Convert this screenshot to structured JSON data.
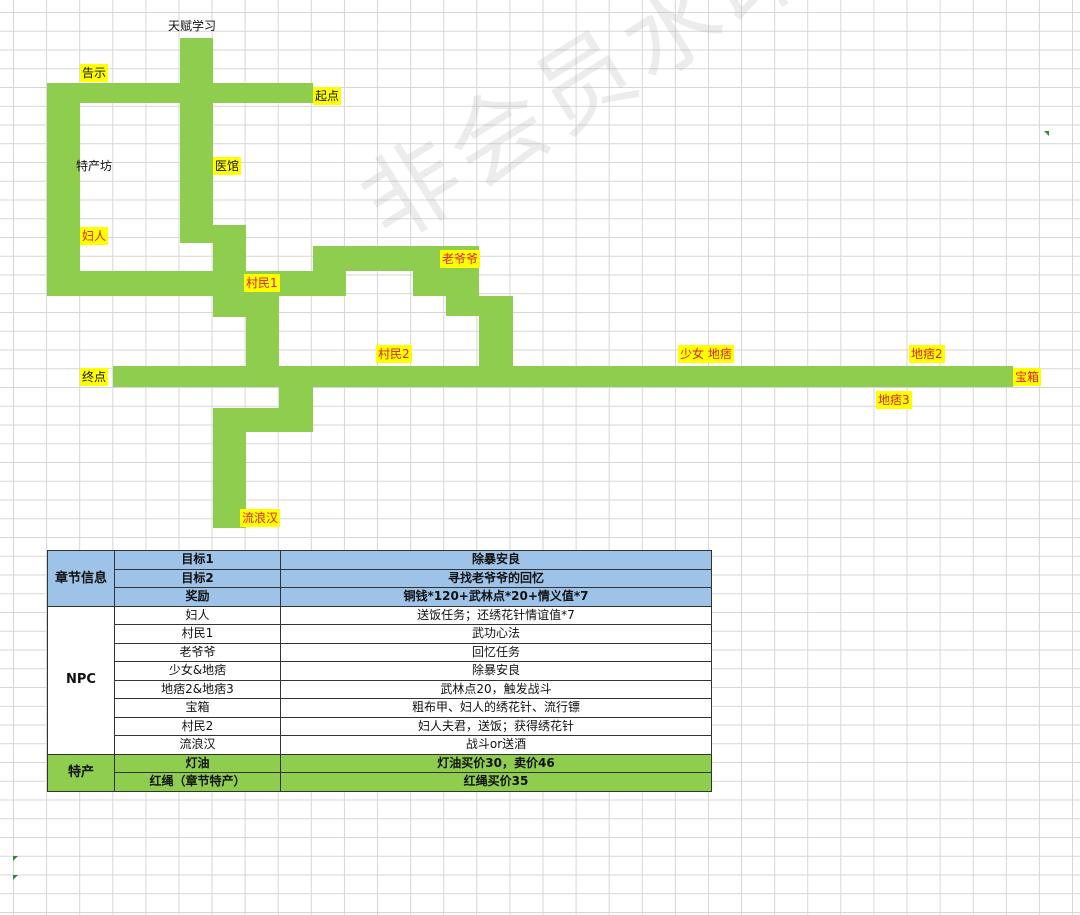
{
  "map": {
    "labels": {
      "tianfu": "天赋学习",
      "gaoshi": "告示",
      "qidian": "起点",
      "techanfang": "特产坊",
      "yiguan": "医馆",
      "furen": "妇人",
      "laoyeye": "老爷爷",
      "cunmin1": "村民1",
      "cunmin2": "村民2",
      "shaonu_dipi": "少女 地痞",
      "dipi2": "地痞2",
      "zhongdian": "终点",
      "baoxiang": "宝箱",
      "dipi3": "地痞3",
      "liulanghan": "流浪汉"
    },
    "watermark": "非会员水印"
  },
  "table": {
    "chapter_section": "章节信息",
    "goal1_label": "目标1",
    "goal1_value": "除暴安良",
    "goal2_label": "目标2",
    "goal2_value": "寻找老爷爷的回忆",
    "reward_label": "奖励",
    "reward_value": "铜钱*120+武林点*20+情义值*7",
    "npc_section": "NPC",
    "npc_rows": [
      {
        "name": "妇人",
        "desc": "送饭任务；还绣花针情谊值*7"
      },
      {
        "name": "村民1",
        "desc": "武功心法"
      },
      {
        "name": "老爷爷",
        "desc": "回忆任务"
      },
      {
        "name": "少女&地痞",
        "desc": "除暴安良"
      },
      {
        "name": "地痞2&地痞3",
        "desc": "武林点20，触发战斗"
      },
      {
        "name": "宝箱",
        "desc": "粗布甲、妇人的绣花针、流行镖"
      },
      {
        "name": "村民2",
        "desc": "妇人夫君，送饭；获得绣花针"
      },
      {
        "name": "流浪汉",
        "desc": "战斗or送酒"
      }
    ],
    "product_section": "特产",
    "products": [
      {
        "name": "灯油",
        "desc": "灯油买价30，卖价46"
      },
      {
        "name": "红绳（章节特产）",
        "desc": "红绳买价35"
      }
    ]
  },
  "colors": {
    "path": "#8fcd4e",
    "highlight": "#ffff00",
    "header_blue": "#9ec3e9",
    "label_red": "#e02020"
  }
}
